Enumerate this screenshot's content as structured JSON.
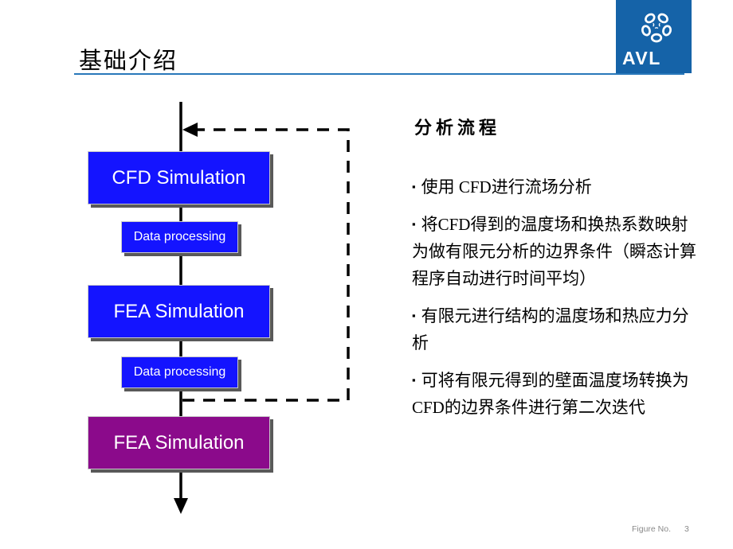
{
  "slide": {
    "title": "基础介绍",
    "footer_label": "Figure No.",
    "footer_page": "3"
  },
  "logo": {
    "text": "AVL",
    "bg_color": "#1563a8",
    "icon": "avl-swirl-icon"
  },
  "colors": {
    "title_rule": "#2878ba",
    "flow_line": "#000000",
    "node_blue": "#1414ff",
    "node_purple": "#8b0a8b",
    "node_text": "#ffffff",
    "node_shadow": "#595959"
  },
  "flowchart": {
    "nodes": [
      {
        "label": "CFD Simulation",
        "size": "large",
        "color": "#1414ff"
      },
      {
        "label": "Data processing",
        "size": "small",
        "color": "#1414ff"
      },
      {
        "label": "FEA Simulation",
        "size": "large",
        "color": "#1414ff"
      },
      {
        "label": "Data processing",
        "size": "small",
        "color": "#1414ff"
      },
      {
        "label": "FEA Simulation",
        "size": "large",
        "color": "#8b0a8b"
      }
    ],
    "loop": "dashed feedback loop from after second data processing back to before CFD Simulation"
  },
  "content": {
    "heading": "分析流程",
    "bullet_char": "▪",
    "bullets": [
      "使用 CFD进行流场分析",
      "将CFD得到的温度场和换热系数映射为做有限元分析的边界条件（瞬态计算程序自动进行时间平均）",
      "有限元进行结构的温度场和热应力分析",
      "可将有限元得到的壁面温度场转换为CFD的边界条件进行第二次迭代"
    ]
  }
}
